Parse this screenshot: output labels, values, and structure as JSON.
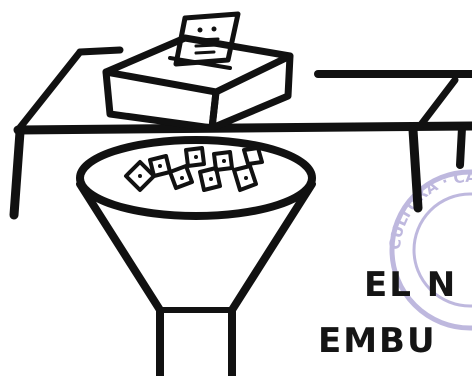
{
  "caption": {
    "line1": "EL N",
    "line2": "EMBU"
  },
  "stamp": {
    "text": "CULTURA · CAJA DE",
    "color": "#8a7fc4"
  },
  "colors": {
    "paper": "#ffffff",
    "ink": "#111111"
  }
}
